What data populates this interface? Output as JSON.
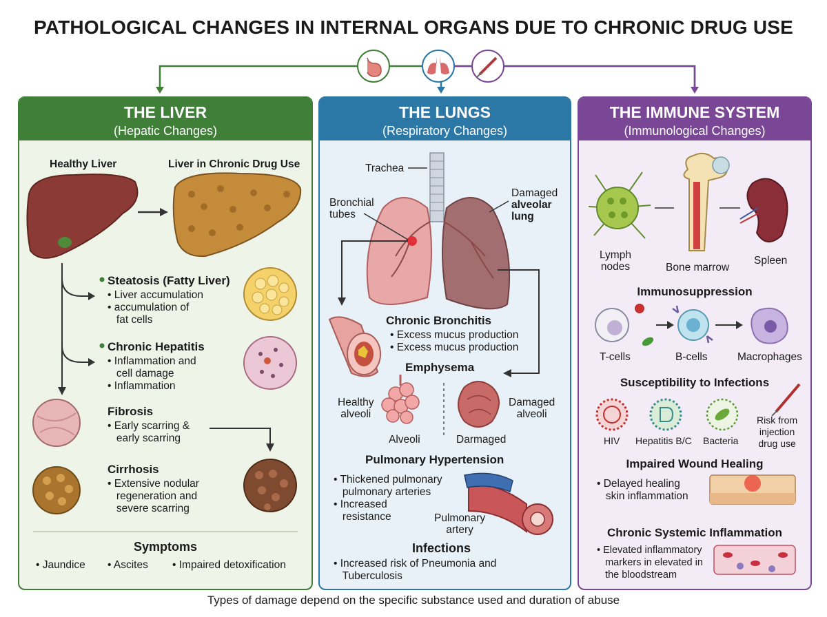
{
  "title": "PATHOLOGICAL CHANGES IN INTERNAL ORGANS DUE TO CHRONIC DRUG USE",
  "footer": "Types of damage depend on the specific substance used and duration of abuse",
  "icons": [
    "stomach-icon",
    "lungs-icon",
    "syringe-icon"
  ],
  "colors": {
    "liver": "#3f7f37",
    "lungs": "#2b77a5",
    "immune": "#7a4796"
  },
  "liver": {
    "title": "THE LIVER",
    "subtitle": "(Hepatic Changes)",
    "healthy_label": "Healthy Liver",
    "damaged_label": "Liver in Chronic Drug Use",
    "sections": [
      {
        "heading": "Steatosis (Fatty Liver)",
        "bullets": [
          "• Liver accumulation",
          "• accumulation of",
          "   fat cells"
        ]
      },
      {
        "heading": "Chronic Hepatitis",
        "bullets": [
          "• Inflammation and",
          "   cell damage",
          "• Inflammation"
        ]
      },
      {
        "heading": "Fibrosis",
        "bullets": [
          "• Early scarring &",
          "   early scarring"
        ]
      },
      {
        "heading": "Cirrhosis",
        "bullets": [
          "• Extensive nodular",
          "   regeneration and",
          "   severe scarring"
        ]
      }
    ],
    "symptoms_title": "Symptoms",
    "symptoms": [
      "• Jaundice",
      "• Ascites",
      "• Impaired detoxification"
    ]
  },
  "lungs": {
    "title": "THE LUNGS",
    "subtitle": "(Respiratory Changes)",
    "trachea": "Trachea",
    "bronchial": [
      "Bronchial",
      "tubes"
    ],
    "damaged": [
      "Damaged",
      "alveolar",
      "lung"
    ],
    "bronchitis_title": "Chronic Bronchitis",
    "bronchitis": [
      "• Excess mucus production",
      "• Excess mucus production"
    ],
    "emphysema_title": "Emphysema",
    "healthy_alveoli": [
      "Healthy",
      "alveoli"
    ],
    "damaged_alveoli": [
      "Damaged",
      "alveoli"
    ],
    "alveoli_label": "Alveoli",
    "damaged_label2": "Darmaged",
    "hypertension_title": "Pulmonary Hypertension",
    "hypertension": [
      "• Thickened pulmonary",
      "   pulmonary arteries",
      "• Increased",
      "   resistance"
    ],
    "artery": [
      "Pulmonary",
      "artery"
    ],
    "infections_title": "Infections",
    "infections": [
      "• Increased risk of Pneumonia and",
      "   Tuberculosis"
    ]
  },
  "immune": {
    "title": "THE IMMUNE SYSTEM",
    "subtitle": "(Immunological Changes)",
    "lymph": [
      "Lymph",
      "nodes"
    ],
    "bone": "Bone marrow",
    "spleen": "Spleen",
    "immuno_title": "Immunosuppression",
    "tcells": "T-cells",
    "bcells": "B-cells",
    "macro": "Macrophages",
    "suscept_title": "Susceptibility to Infections",
    "hiv": "HIV",
    "hep": "Hepatitis B/C",
    "bact": "Bacteria",
    "risk": [
      "Risk from",
      "injection",
      "drug use"
    ],
    "wound_title": "Impaired Wound Healing",
    "wound": [
      "• Delayed healing",
      "   skin inflammation"
    ],
    "systemic_title": "Chronic Systemic Inflammation",
    "systemic": [
      "• Elevated inflammatory",
      "   markers in elevated in",
      "   the bloodstream"
    ]
  }
}
